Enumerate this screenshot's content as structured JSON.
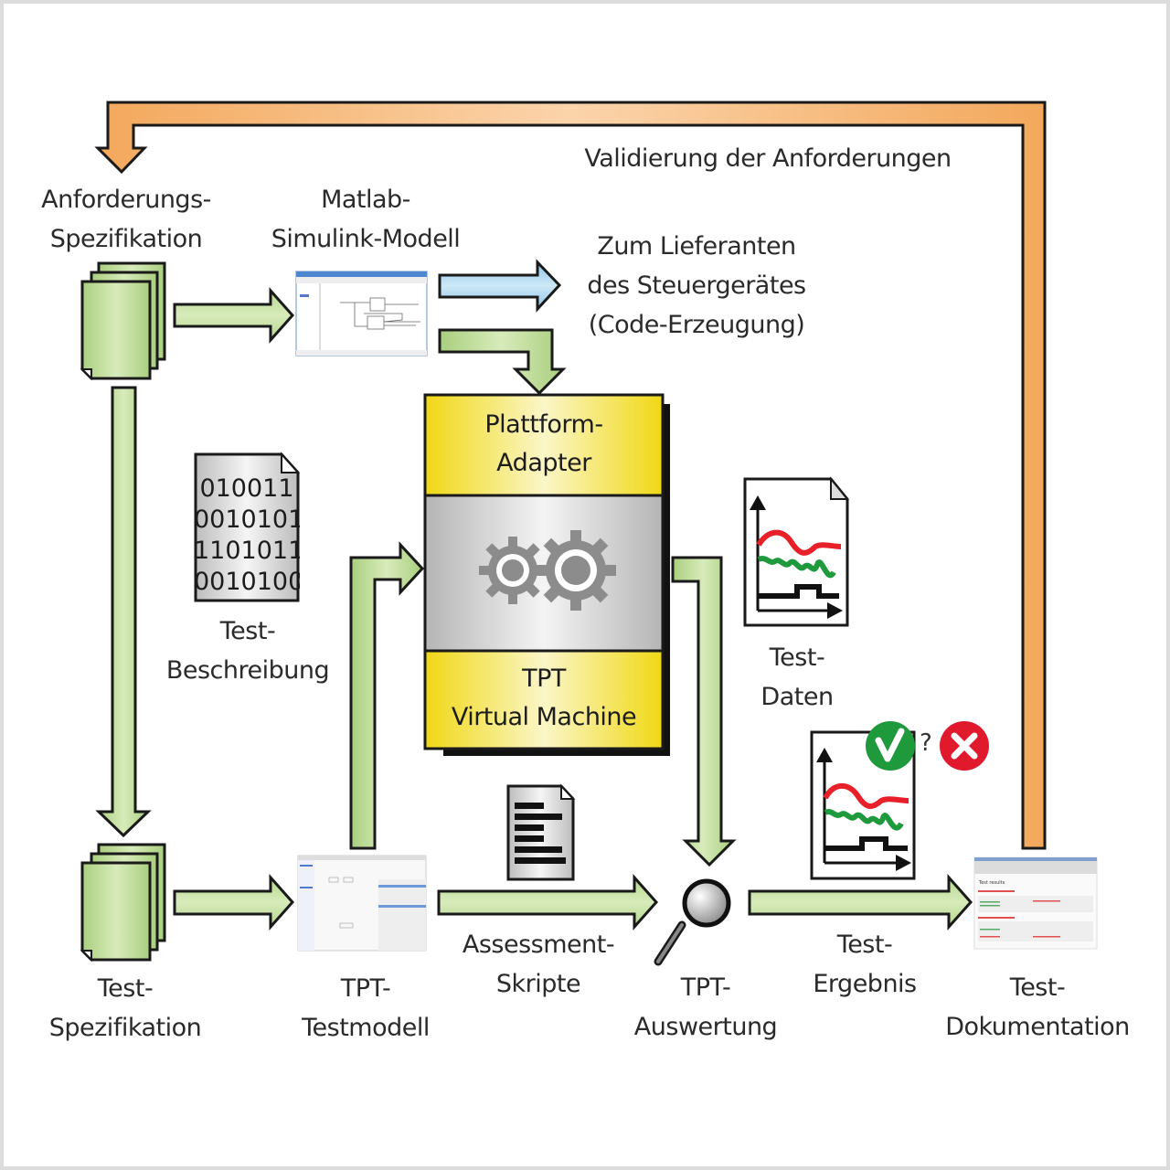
{
  "diagram": {
    "type": "process-flow",
    "colors": {
      "flow_arrow_green": "#c8e0a0",
      "feedback_arrow_orange": "#f5b06a",
      "output_arrow_blue": "#a9d4ee",
      "adapter_yellow": "#f2dc1a",
      "vm_gray": "#c8c8c8",
      "pass_green": "#1e9a3c",
      "fail_red": "#e0192d",
      "signal_red": "#e8202a",
      "signal_green": "#1e9a3c"
    },
    "feedback_label": "Validierung der Anforderungen",
    "nodes": {
      "anforderungs_spezifikation": {
        "line1": "Anforderungs-",
        "line2": "Spezifikation",
        "icon": "document-stack-icon"
      },
      "simulink_modell": {
        "line1": "Matlab-",
        "line2": "Simulink-Modell",
        "icon": "simulink-window-thumbnail"
      },
      "lieferant": {
        "line1": "Zum Lieferanten",
        "line2": "des Steuergerätes",
        "line3": "(Code-Erzeugung)"
      },
      "test_beschreibung": {
        "line1": "Test-",
        "line2": "Beschreibung",
        "icon": "binary-document-icon",
        "binary_lines": [
          "010011",
          "0010101",
          "1101011",
          "0010100"
        ]
      },
      "virtual_machine": {
        "adapter_line1": "Plattform-",
        "adapter_line2": "Adapter",
        "core_icon": "gears-icon",
        "vm_line1": "TPT",
        "vm_line2": "Virtual Machine"
      },
      "test_daten": {
        "line1": "Test-",
        "line2": "Daten",
        "icon": "signal-chart-document-icon"
      },
      "test_spezifikation": {
        "line1": "Test-",
        "line2": "Spezifikation",
        "icon": "document-stack-icon"
      },
      "tpt_testmodell": {
        "line1": "TPT-",
        "line2": "Testmodell",
        "icon": "tpt-window-thumbnail"
      },
      "assessment_skripte": {
        "line1": "Assessment-",
        "line2": "Skripte",
        "icon": "script-document-icon"
      },
      "tpt_auswertung": {
        "line1": "TPT-",
        "line2": "Auswertung",
        "icon": "magnifier-icon"
      },
      "test_ergebnis": {
        "line1": "Test-",
        "line2": "Ergebnis",
        "icon": "signal-chart-document-icon",
        "verdict_separator": "?"
      },
      "test_dokumentation": {
        "line1": "Test-",
        "line2": "Dokumentation",
        "icon": "report-window-thumbnail",
        "thumbnail_heading": "Test results"
      }
    }
  }
}
